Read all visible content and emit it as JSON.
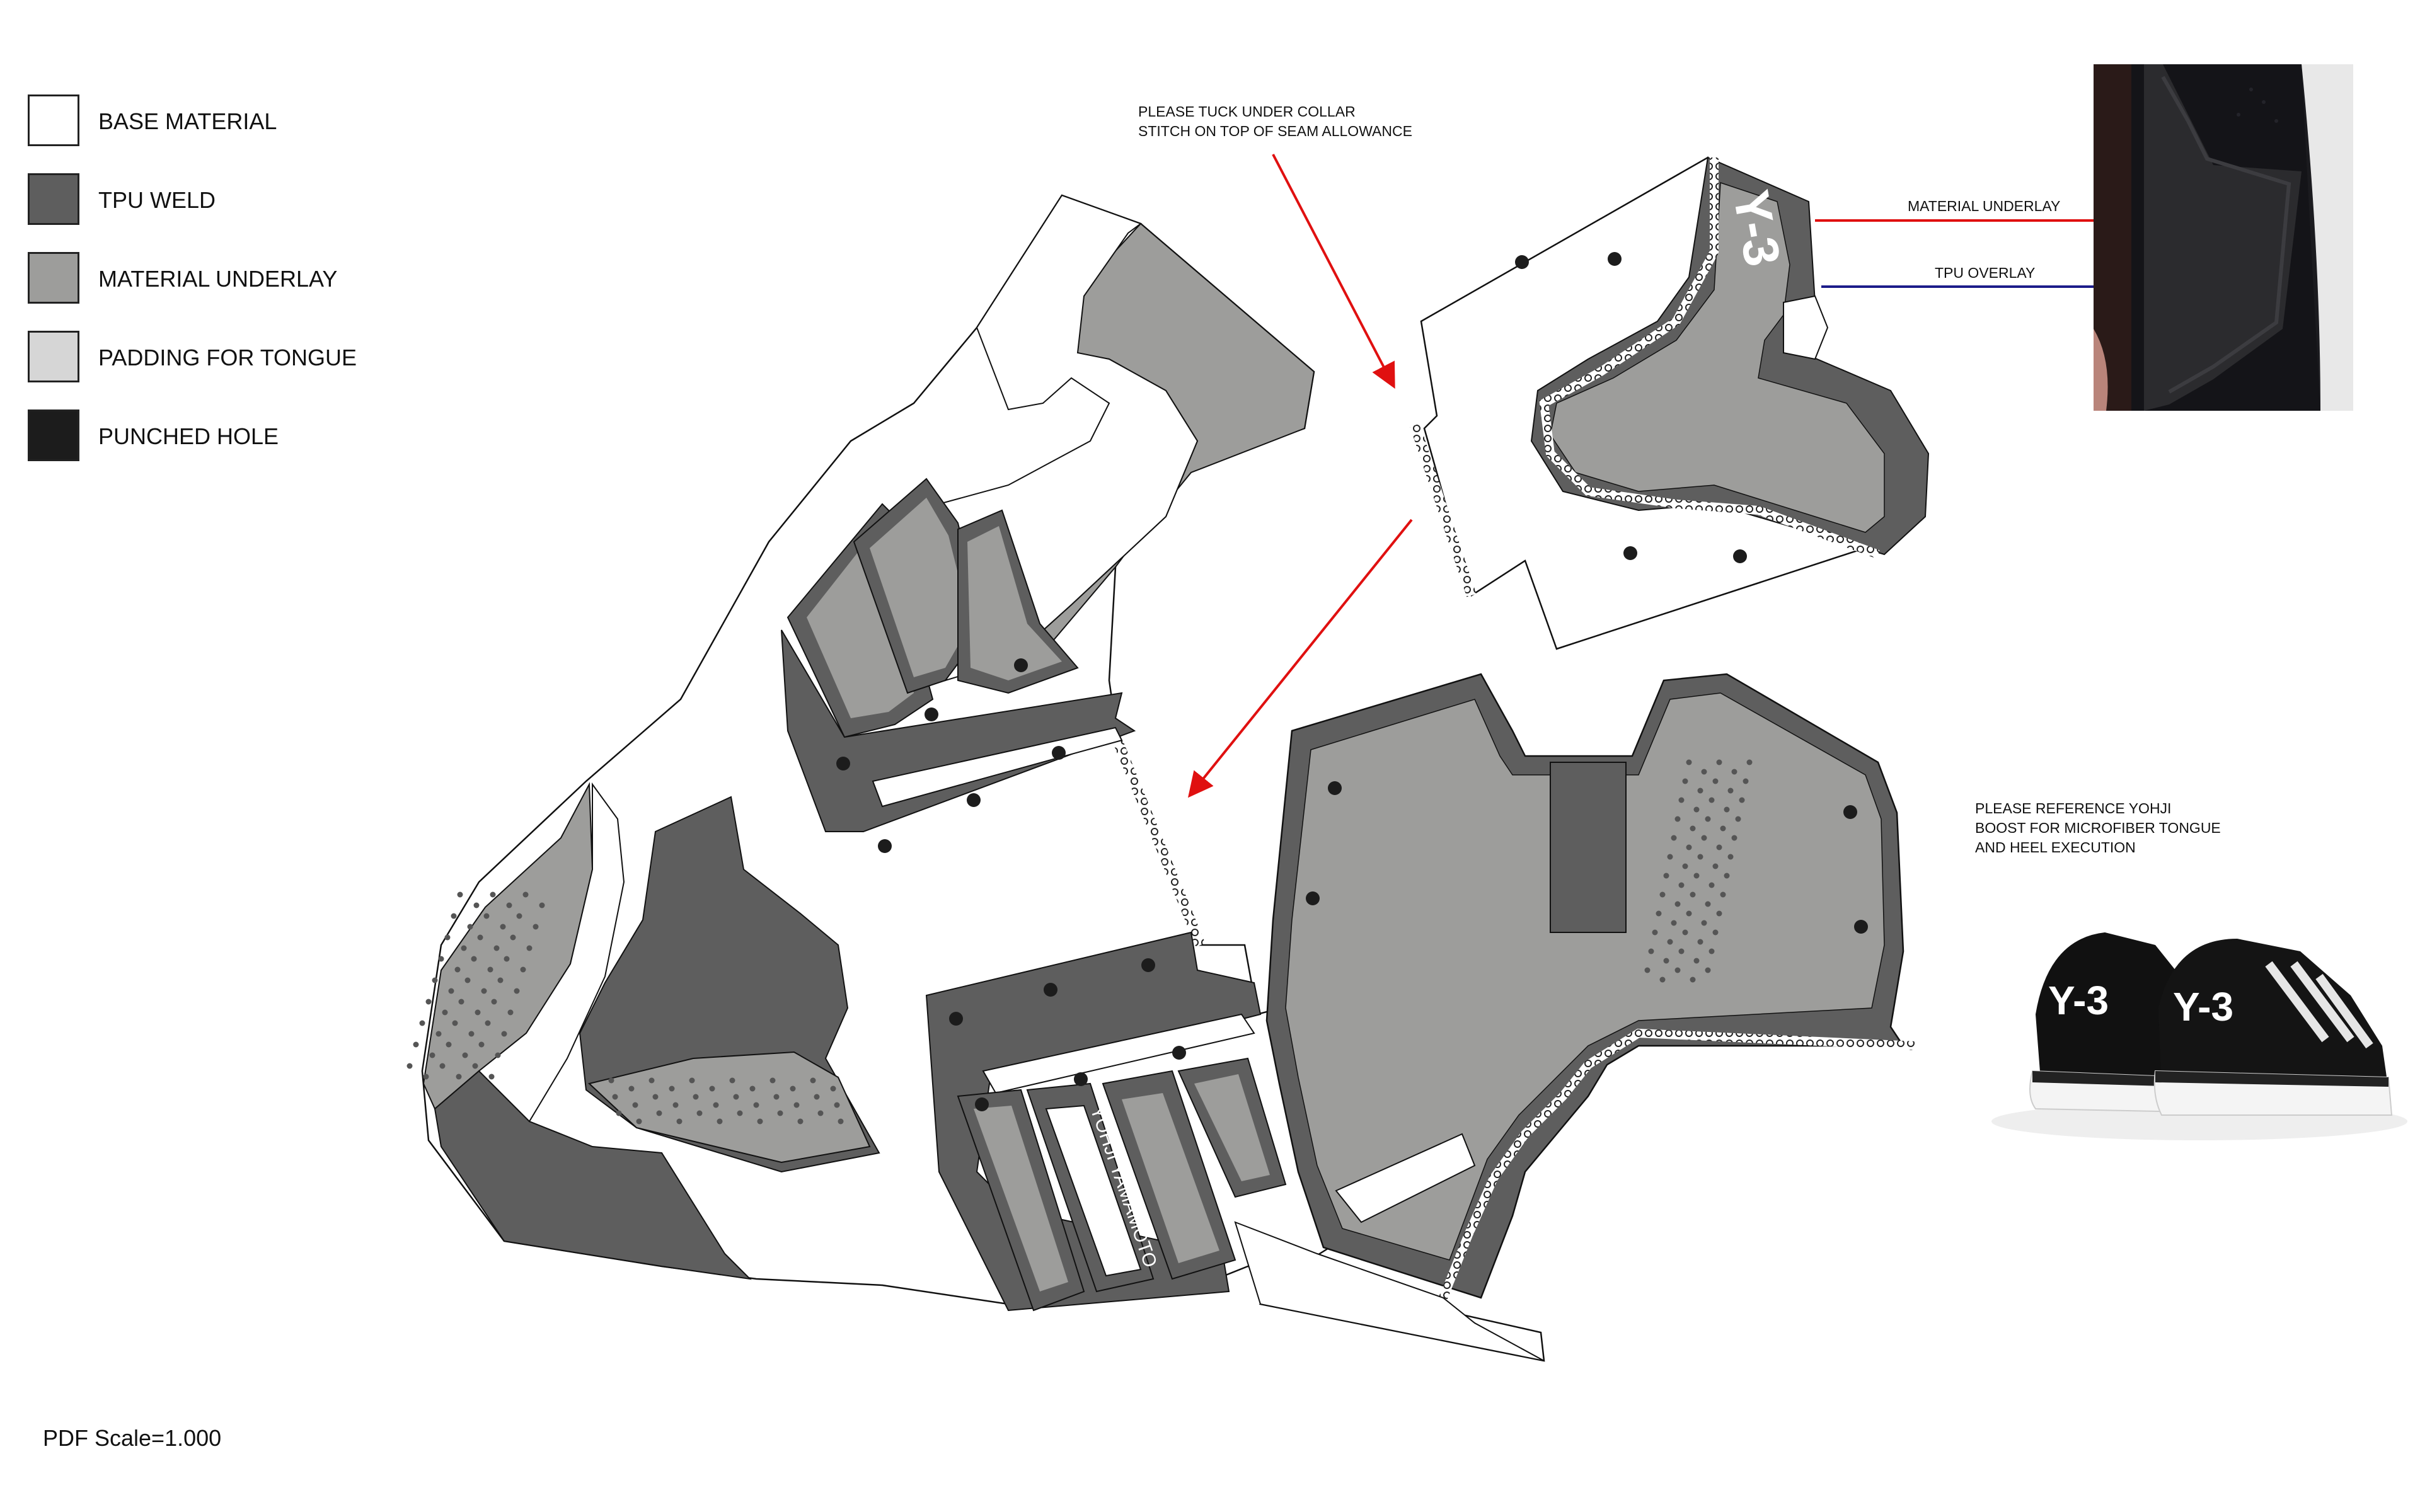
{
  "legend": {
    "items": [
      {
        "label": "BASE MATERIAL",
        "color": "#ffffff"
      },
      {
        "label": "TPU WELD",
        "color": "#5e5e5e"
      },
      {
        "label": "MATERIAL UNDERLAY",
        "color": "#9d9d9b"
      },
      {
        "label": "PADDING FOR TONGUE",
        "color": "#d6d6d6"
      },
      {
        "label": "PUNCHED HOLE",
        "color": "#1c1c1c"
      }
    ]
  },
  "notes": {
    "tuck_under": "PLEASE TUCK UNDER COLLAR\nSTITCH ON TOP OF SEAM ALLOWANCE",
    "reference": "PLEASE REFERENCE YOHJI\nBOOST FOR MICROFIBER TONGUE\nAND HEEL EXECUTION"
  },
  "callouts": {
    "material_underlay": "MATERIAL UNDERLAY",
    "tpu_overlay": "TPU OVERLAY",
    "material_underlay_color": "#e01010",
    "tpu_overlay_color": "#1c1c8a"
  },
  "artwork": {
    "collar_logo": "Y-3",
    "side_text": "YOHJI YAMAMOTO",
    "shoe_logo": "Y-3",
    "arrow_color": "#e01010",
    "tpu_color": "#5e5e5e",
    "underlay_color": "#9d9d9b",
    "hole_color": "#1c1c1c",
    "outline_color": "#111111"
  },
  "footer": {
    "scale": "PDF Scale=1.000"
  }
}
